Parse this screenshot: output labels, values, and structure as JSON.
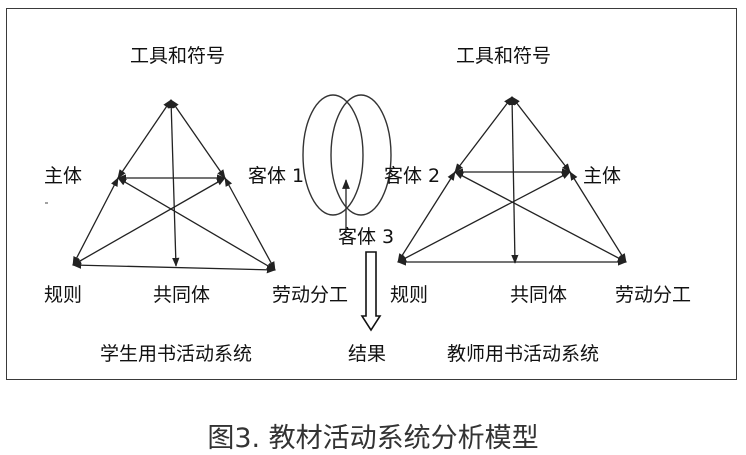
{
  "left_system": {
    "tools": "工具和符号",
    "subject": "主体",
    "object": "客体 1",
    "rules": "规则",
    "community": "共同体",
    "division": "劳动分工",
    "title": "学生用书活动系统"
  },
  "right_system": {
    "tools": "工具和符号",
    "object": "客体 2",
    "subject": "主体",
    "rules": "规则",
    "community": "共同体",
    "division": "劳动分工",
    "title": "教师用书活动系统"
  },
  "center": {
    "shared_object": "客体 3",
    "result": "结果"
  },
  "caption": "图3. 教材活动系统分析模型"
}
